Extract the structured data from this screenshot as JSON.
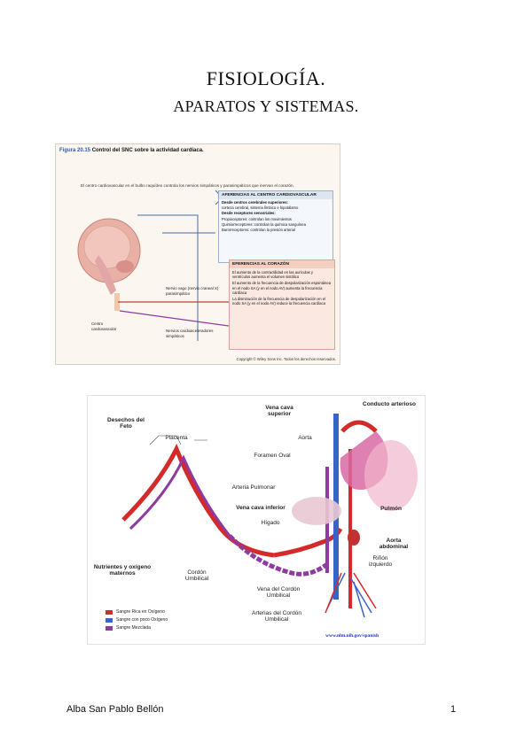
{
  "header": {
    "title": "FISIOLOGÍA.",
    "subtitle": "APARATOS Y SISTEMAS."
  },
  "figure1": {
    "caption_prefix": "Figura 20.15",
    "caption": "Control del SNC sobre la actividad cardíaca.",
    "note": "El centro cardiovascular en el bulbo raquídeo controla los nervios simpáticos y parasimpáticos que inervan el corazón.",
    "afferent_title": "AFERENCIAS AL CENTRO CARDIOVASCULAR",
    "afferent_items": [
      "Desde centros cerebrales superiores:",
      "corteza cerebral, sistema límbico e hipotálamo",
      "Desde receptores sensoriales:",
      "Propioceptores: controlan los movimientos",
      "Quimiorreceptores: controlan la química sanguínea",
      "Barorreceptores: controlan la presión arterial"
    ],
    "efferent_title": "EFERENCIAS AL CORAZÓN",
    "efferent_items": [
      "El aumento de la contractilidad en las aurículas y ventrículos aumenta el volumen sistólico",
      "El aumento de la frecuencia de despolarización espontánea en el nodo SA (y en el nodo AV) aumenta la frecuencia cardíaca",
      "La disminución de la frecuencia de despolarización en el nodo SA (y en el nodo AV) reduce la frecuencia cardíaca"
    ],
    "label_vagus": "Nervio vago (nervio craneal X) parasimpático",
    "label_accel": "Nervios cardioaceleradores simpáticos",
    "label_center": "Centro cardiovascular",
    "copyright": "Copyright © Wiley Sons Inc. Todos los derechos reservados."
  },
  "figure2": {
    "labels": {
      "fetal_waste": "Desechos del Feto",
      "placenta": "Placenta",
      "nutrients": "Nutrientes y oxígeno maternos",
      "umbilical_cord": "Cordón Umbilical",
      "umbilical_vein": "Vena del Cordón Umbilical",
      "umbilical_arteries": "Arterias del Cordón Umbilical",
      "svc": "Vena cava superior",
      "aorta": "Aorta",
      "ductus": "Conducto arterioso",
      "foramen": "Foramen Oval",
      "pulm_artery": "Arteria Pulmonar",
      "ivc": "Vena cava inferior",
      "liver": "Hígado",
      "lung": "Pulmón",
      "abd_aorta": "Aorta abdominal",
      "kidney": "Riñón izquierdo"
    },
    "legend": [
      {
        "label": "Sangre Rica en Oxígeno",
        "color": "#d42a2a"
      },
      {
        "label": "Sangre con poco Oxígeno",
        "color": "#3a63c9"
      },
      {
        "label": "Sangre Mezclada",
        "color": "#8e3aa0"
      }
    ],
    "url": "www.nlm.nih.gov/spanish"
  },
  "footer": {
    "author": "Alba San Pablo Bellón",
    "page": "1"
  }
}
